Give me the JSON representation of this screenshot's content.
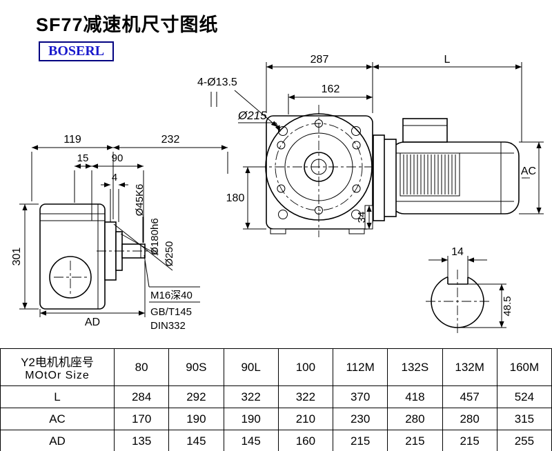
{
  "header": {
    "title": "SF77减速机尺寸图纸",
    "brand": "BOSERL"
  },
  "colors": {
    "brand_text": "#1a1acc",
    "brand_border": "#000080",
    "line": "#000000"
  },
  "front_view": {
    "dim_287": "287",
    "dim_L": "L",
    "dim_162": "162",
    "label_holes": "4-Ø13.5",
    "label_flange_od": "Ø215",
    "dim_180": "180",
    "dim_34": "34",
    "dim_AC": "AC"
  },
  "side_view": {
    "dim_119": "119",
    "dim_232": "232",
    "dim_15": "15",
    "dim_90": "90",
    "dim_4": "4",
    "dim_301": "301",
    "dim_AD": "AD",
    "label_shaft_dia": "Ø45K6",
    "label_spigot_dia": "Ø180h6",
    "label_flange_dia": "Ø250",
    "note_tap": "M16深40",
    "note_std1": "GB/T145",
    "note_std2": "DIN332"
  },
  "shaft_section": {
    "dim_key_width": "14",
    "dim_key_depth": "48.5"
  },
  "table": {
    "header_line1": "Y2电机机座号",
    "header_line2": "MOtOr Size",
    "columns": [
      "80",
      "90S",
      "90L",
      "100",
      "112M",
      "132S",
      "132M",
      "160M"
    ],
    "rows": [
      {
        "label": "L",
        "values": [
          "284",
          "292",
          "322",
          "322",
          "370",
          "418",
          "457",
          "524"
        ]
      },
      {
        "label": "AC",
        "values": [
          "170",
          "190",
          "190",
          "210",
          "230",
          "280",
          "280",
          "315"
        ]
      },
      {
        "label": "AD",
        "values": [
          "135",
          "145",
          "145",
          "160",
          "215",
          "215",
          "215",
          "255"
        ]
      }
    ]
  }
}
